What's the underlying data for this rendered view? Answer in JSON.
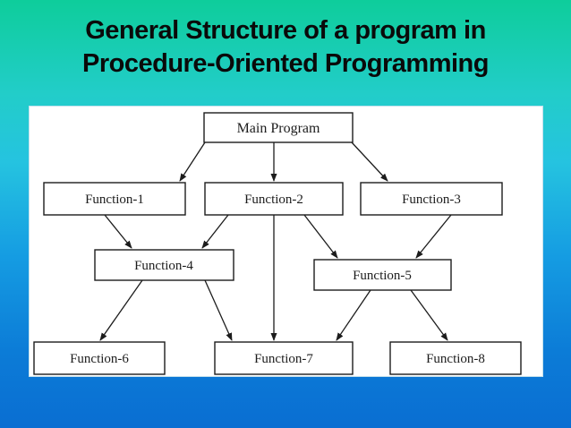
{
  "title": {
    "line1": "General Structure of a program in",
    "line2": "Procedure-Oriented Programming"
  },
  "diagram": {
    "nodes": {
      "main": {
        "label": "Main Program"
      },
      "f1": {
        "label": "Function-1"
      },
      "f2": {
        "label": "Function-2"
      },
      "f3": {
        "label": "Function-3"
      },
      "f4": {
        "label": "Function-4"
      },
      "f5": {
        "label": "Function-5"
      },
      "f6": {
        "label": "Function-6"
      },
      "f7": {
        "label": "Function-7"
      },
      "f8": {
        "label": "Function-8"
      }
    },
    "edges": [
      {
        "from": "Main Program",
        "to": "Function-1"
      },
      {
        "from": "Main Program",
        "to": "Function-2"
      },
      {
        "from": "Main Program",
        "to": "Function-3"
      },
      {
        "from": "Function-1",
        "to": "Function-4"
      },
      {
        "from": "Function-2",
        "to": "Function-4"
      },
      {
        "from": "Function-2",
        "to": "Function-5"
      },
      {
        "from": "Function-2",
        "to": "Function-7"
      },
      {
        "from": "Function-3",
        "to": "Function-5"
      },
      {
        "from": "Function-4",
        "to": "Function-6"
      },
      {
        "from": "Function-4",
        "to": "Function-7"
      },
      {
        "from": "Function-5",
        "to": "Function-7"
      },
      {
        "from": "Function-5",
        "to": "Function-8"
      }
    ]
  },
  "colors": {
    "background_top": "#0ecd9b",
    "background_middle": "#25c3e0",
    "background_bottom": "#0a6ed2",
    "panel_background": "#ffffff",
    "line_color": "#1c1c1c",
    "title_color": "#0a0a0a"
  }
}
